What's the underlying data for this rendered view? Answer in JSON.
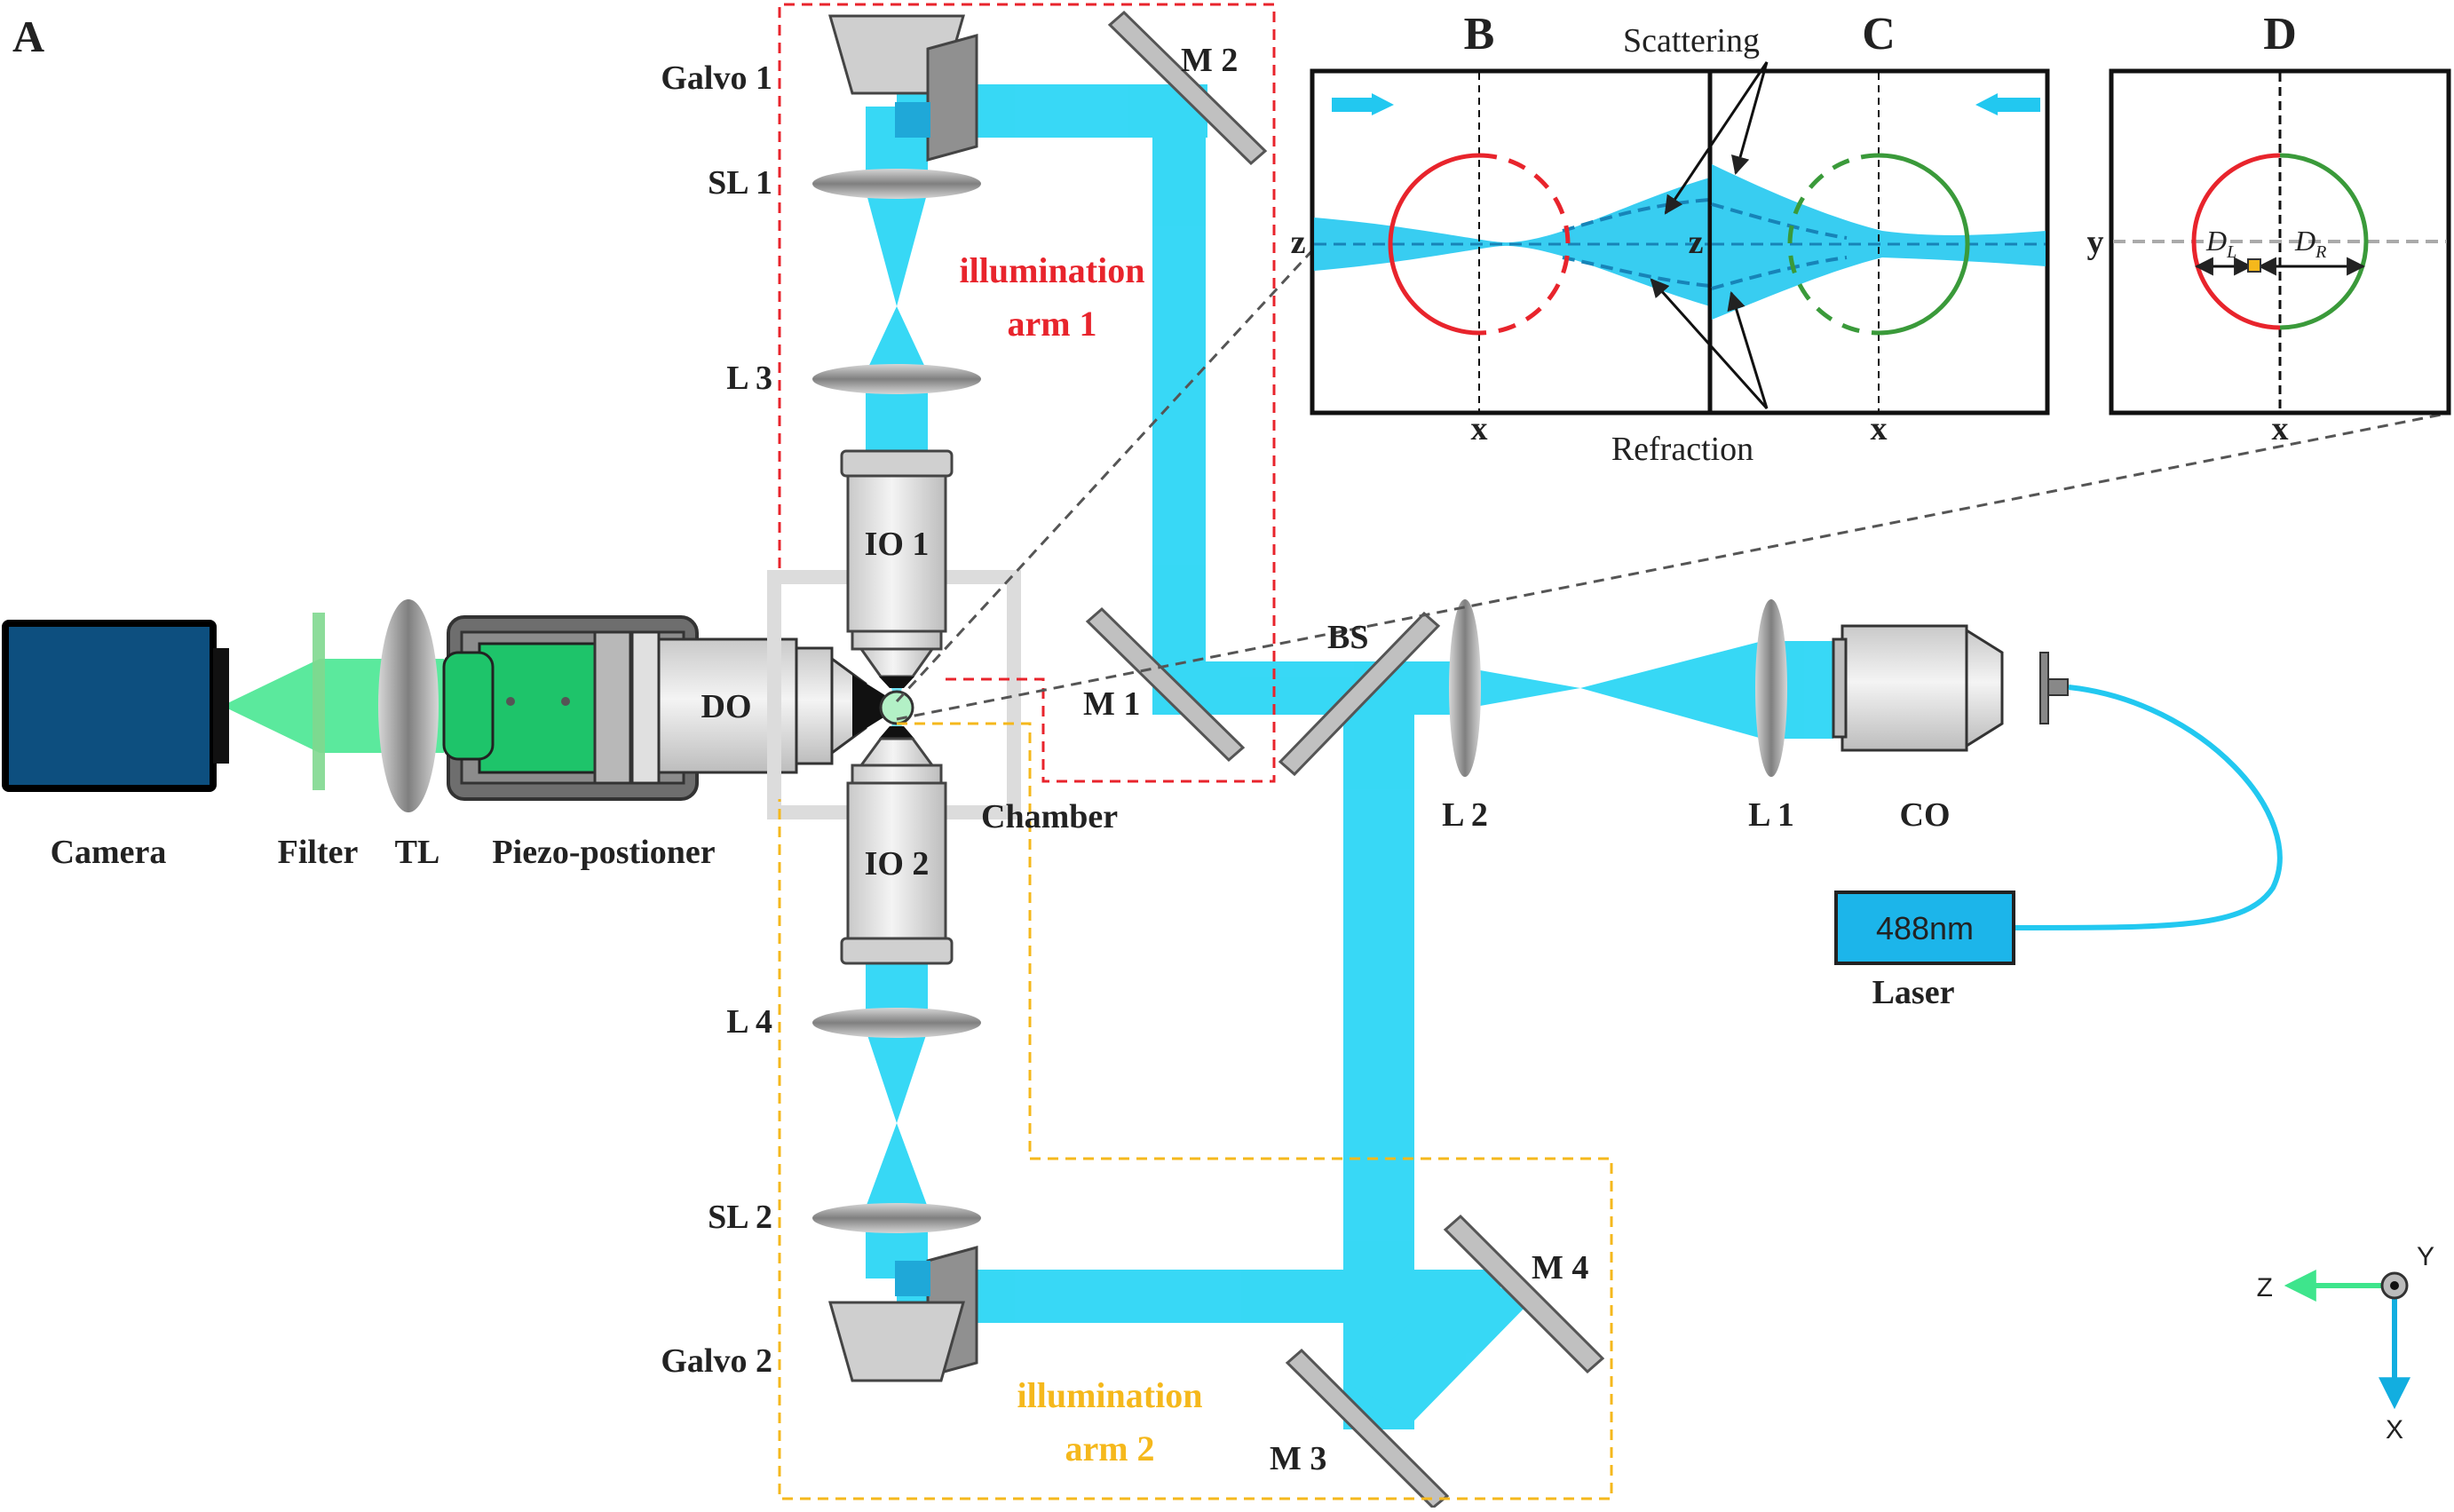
{
  "panels": {
    "A": "A",
    "B": "B",
    "C": "C",
    "D": "D"
  },
  "labels": {
    "galvo1": "Galvo 1",
    "sl1": "SL 1",
    "l3": "L 3",
    "io1": "IO 1",
    "m2": "M 2",
    "m1": "M 1",
    "do": "DO",
    "chamber": "Chamber",
    "io2": "IO 2",
    "l4": "L 4",
    "sl2": "SL 2",
    "galvo2": "Galvo 2",
    "m3": "M 3",
    "m4": "M 4",
    "bs": "BS",
    "l2": "L 2",
    "l1": "L 1",
    "co": "CO",
    "laser_text": "488nm",
    "laser": "Laser",
    "camera": "Camera",
    "filter": "Filter",
    "tl": "TL",
    "piezo": "Piezo-postioner"
  },
  "arms": {
    "arm1_line1": "illumination",
    "arm1_line2": "arm 1",
    "arm2_line1": "illumination",
    "arm2_line2": "arm 2"
  },
  "insets": {
    "scattering": "Scattering",
    "refraction": "Refraction",
    "z": "z",
    "x": "x",
    "y": "y",
    "dl": "D",
    "dl_sub": "L",
    "dr": "D",
    "dr_sub": "R"
  },
  "axes": {
    "z": "Z",
    "y": "Y",
    "x": "X"
  },
  "colors": {
    "beam": "#22d4f5",
    "beam_dark": "#12aee0",
    "fluor": "#3ee58c",
    "arm1_box": "#e8242c",
    "arm2_box": "#f5b81c",
    "laser_box": "#1cb5ea",
    "camera": "#0d4f7f",
    "circle_left": "#e8242c",
    "circle_right": "#3a9a3a",
    "optics": "#a9a9a9"
  }
}
